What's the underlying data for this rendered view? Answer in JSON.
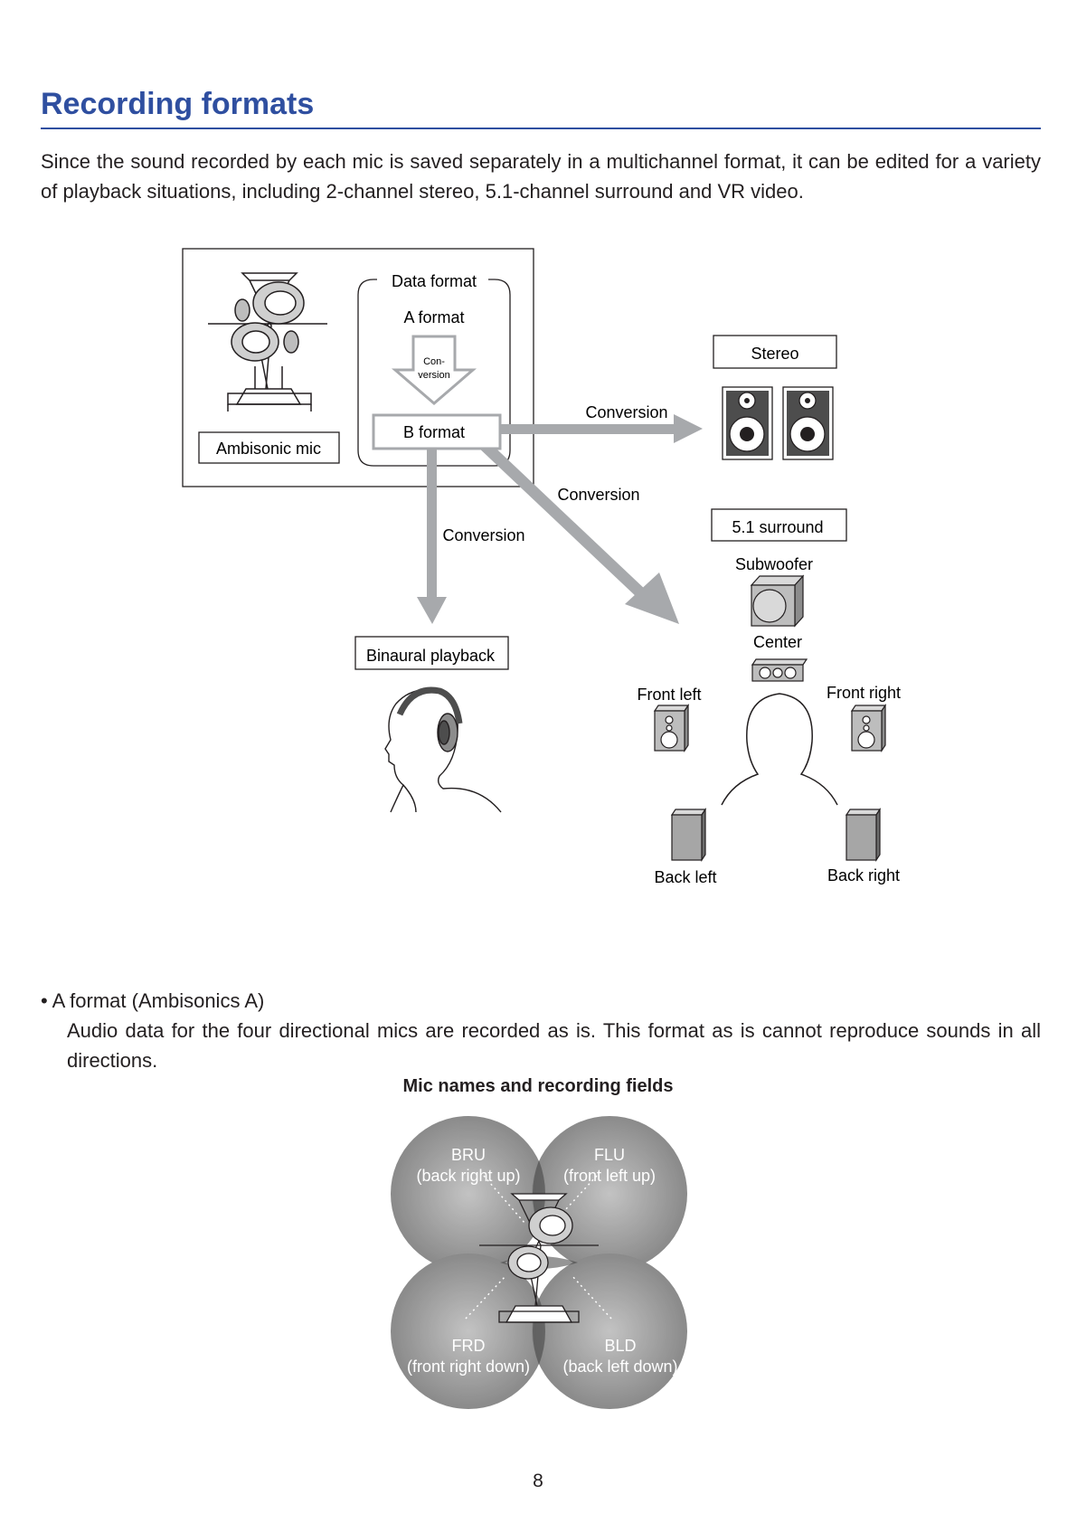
{
  "page": {
    "title": "Recording formats",
    "intro": "Since the sound recorded by each mic is saved separately in a multichannel format, it can be edited for a variety of playback situations, including 2-channel stereo, 5.1-channel surround and VR video.",
    "page_number": "8"
  },
  "diagram": {
    "data_format_label": "Data format",
    "a_format": "A format",
    "conversion_small_1": "Con-",
    "conversion_small_2": "version",
    "b_format": "B format",
    "ambisonic_mic": "Ambisonic mic",
    "conversion_stereo": "Conversion",
    "conversion_surround": "Conversion",
    "conversion_binaural": "Conversion",
    "stereo": "Stereo",
    "surround": "5.1 surround",
    "subwoofer": "Subwoofer",
    "center": "Center",
    "front_left": "Front left",
    "front_right": "Front right",
    "back_left": "Back left",
    "back_right": "Back right",
    "binaural": "Binaural playback"
  },
  "a_format_section": {
    "bullet": "• A format (Ambisonics A)",
    "body": "Audio data for the four directional mics are recorded as is. This format as is cannot reproduce sounds in all directions.",
    "figure_title": "Mic names and recording fields",
    "bru": "BRU",
    "bru_desc": "(back right up)",
    "flu": "FLU",
    "flu_desc": "(front left up)",
    "frd": "FRD",
    "frd_desc": "(front right down)",
    "bld": "BLD",
    "bld_desc": "(back left down)"
  },
  "colors": {
    "heading": "#2f4fa0",
    "arrow_gray": "#a7a9ac",
    "text": "#231f20"
  }
}
